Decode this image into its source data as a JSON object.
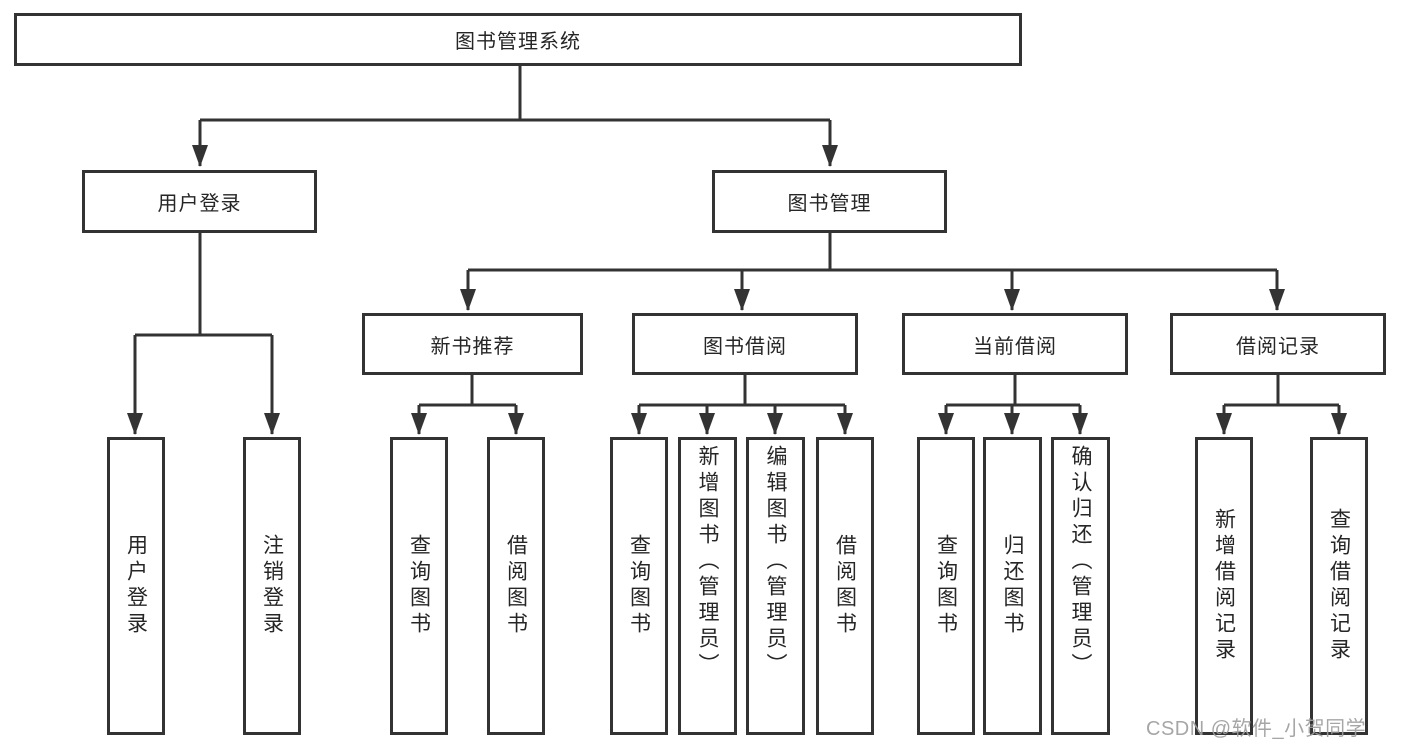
{
  "diagram": {
    "root": {
      "label": "图书管理系统"
    },
    "level2": [
      {
        "label": "用户登录"
      },
      {
        "label": "图书管理"
      }
    ],
    "level3": [
      {
        "label": "新书推荐"
      },
      {
        "label": "图书借阅"
      },
      {
        "label": "当前借阅"
      },
      {
        "label": "借阅记录"
      }
    ],
    "leaves": {
      "user": [
        {
          "label": "用户登录"
        },
        {
          "label": "注销登录"
        }
      ],
      "recommend": [
        {
          "label": "查询图书"
        },
        {
          "label": "借阅图书"
        }
      ],
      "borrow": [
        {
          "label": "查询图书"
        },
        {
          "label": "新增图书（管理员）"
        },
        {
          "label": "编辑图书（管理员）"
        },
        {
          "label": "借阅图书"
        }
      ],
      "current": [
        {
          "label": "查询图书"
        },
        {
          "label": "归还图书"
        },
        {
          "label": "确认归还（管理员）"
        }
      ],
      "records": [
        {
          "label": "新增借阅记录"
        },
        {
          "label": "查询借阅记录"
        }
      ]
    },
    "watermark": "CSDN @软件_小贺同学",
    "colors": {
      "line": "#333333",
      "text": "#262626",
      "watermark": "#9e9e9e",
      "background": "#ffffff"
    }
  }
}
